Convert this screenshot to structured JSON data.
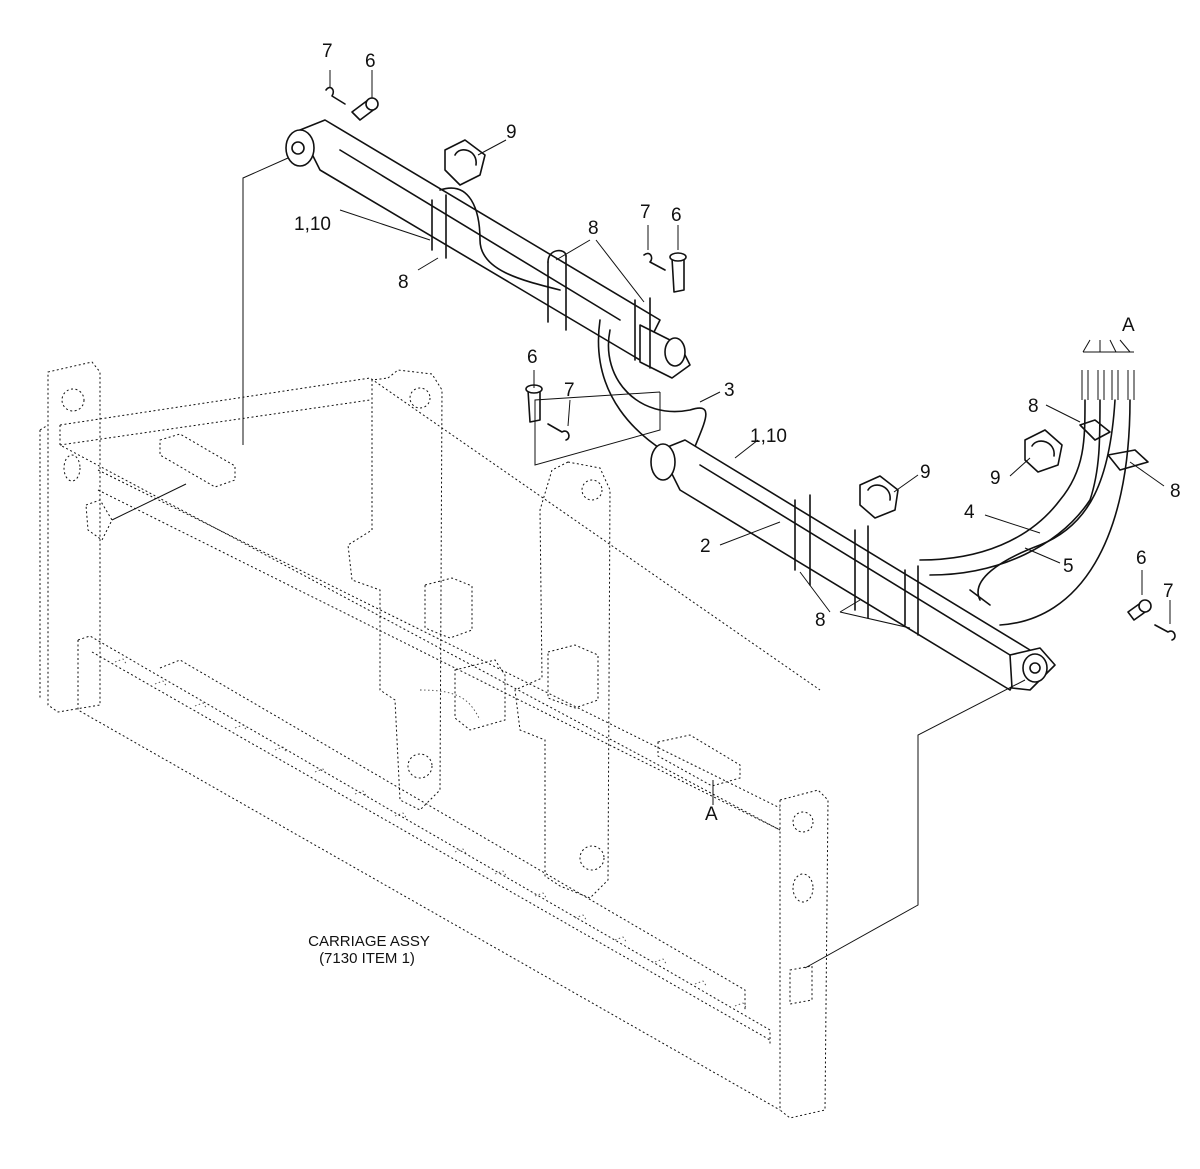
{
  "assembly": {
    "title_line1": "CARRIAGE ASSY",
    "title_line2": "(7130 ITEM 1)"
  },
  "callouts": {
    "top_pin_7": "7",
    "top_pin_6": "6",
    "top_clamp_9": "9",
    "upper_cylinder": "1,10",
    "upper_band_8_left": "8",
    "upper_band_8_mid": "8",
    "mid_pin_7": "7",
    "mid_pin_6": "6",
    "center_pin_6": "6",
    "center_pin_7": "7",
    "hose_3": "3",
    "lower_cylinder": "1,10",
    "lower_clamp_9": "9",
    "hose_2": "2",
    "ref_a_top": "A",
    "fitting_band_8_left": "8",
    "fitting_clamp_9": "9",
    "fitting_band_8_right": "8",
    "hose_4": "4",
    "hose_5": "5",
    "right_pin_6": "6",
    "right_pin_7": "7",
    "lower_bands_8": "8",
    "ref_a_bottom": "A"
  }
}
